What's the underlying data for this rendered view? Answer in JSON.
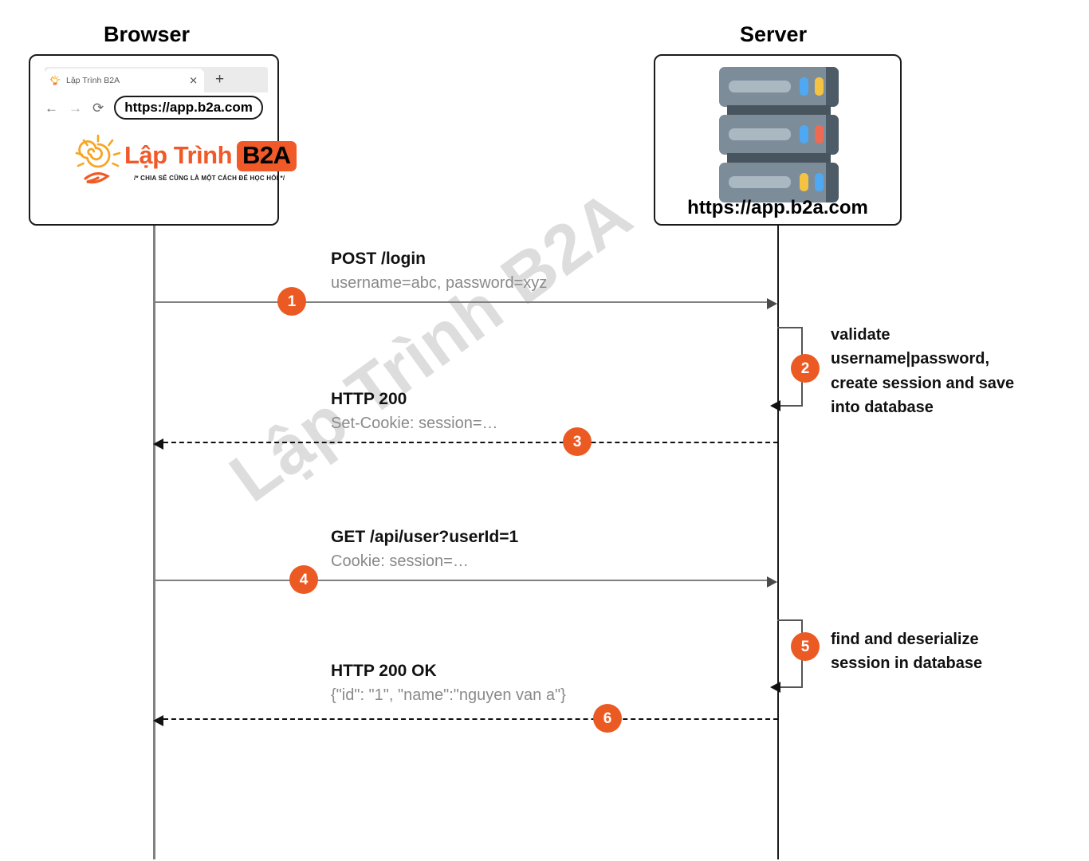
{
  "diagram": {
    "watermark": "Lập Trình B2A",
    "accent_color": "#ec5a24",
    "lifeline_color": "#808080"
  },
  "actors": {
    "browser": {
      "title": "Browser",
      "tab_title": "Lập Trình B2A",
      "tab_close_icon": "close-icon",
      "new_tab_icon": "plus-icon",
      "back_icon": "←",
      "forward_icon": "→",
      "reload_icon": "⟳",
      "url": "https://app.b2a.com",
      "logo_text": "Lập Trình",
      "logo_badge": "B2A",
      "logo_tagline": "/* CHIA SẺ CŨNG LÀ MỘT CÁCH ĐỂ HỌC HỎI */"
    },
    "server": {
      "title": "Server",
      "url": "https://app.b2a.com"
    }
  },
  "messages": [
    {
      "num": "1",
      "title": "POST /login",
      "sub": "username=abc, password=xyz",
      "direction": "request",
      "style": "solid"
    },
    {
      "num": "2",
      "note": "validate\nusername|password,\ncreate session and save\ninto database",
      "note_lines": [
        "validate",
        "username|password,",
        "create session and save",
        "into database"
      ],
      "direction": "self",
      "style": "solid"
    },
    {
      "num": "3",
      "title": "HTTP 200",
      "sub": "Set-Cookie: session=…",
      "direction": "response",
      "style": "dashed"
    },
    {
      "num": "4",
      "title": "GET /api/user?userId=1",
      "sub": "Cookie: session=…",
      "direction": "request",
      "style": "solid"
    },
    {
      "num": "5",
      "note_lines": [
        "find and deserialize",
        "session in database"
      ],
      "direction": "self",
      "style": "solid"
    },
    {
      "num": "6",
      "title": "HTTP 200 OK",
      "sub": "{\"id\": \"1\", \"name\":\"nguyen van a\"}",
      "direction": "response",
      "style": "dashed"
    }
  ]
}
